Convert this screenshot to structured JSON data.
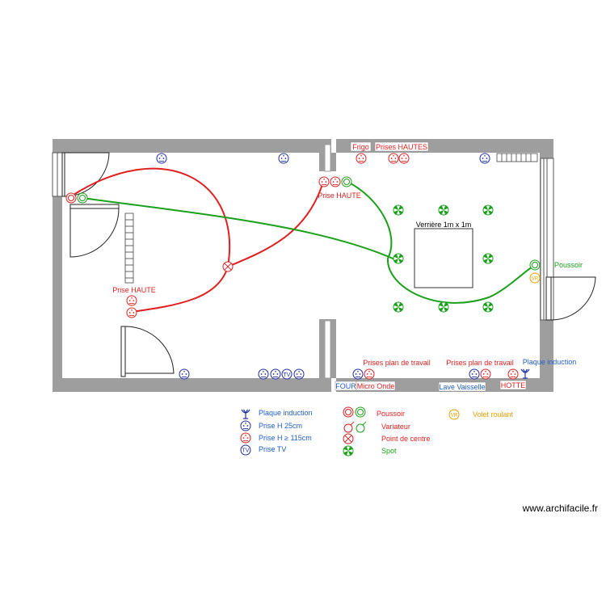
{
  "colors": {
    "wall": "#9e9e9e",
    "socket_blue": "#1f2fa8",
    "socket_red": "#e02020",
    "light_green": "#1aa01a",
    "shutter_orange": "#e8a000",
    "label_red": "#e02020",
    "label_blue": "#1f5fc8",
    "label_green": "#1aa01a"
  },
  "labels": {
    "frigo": "Frigo",
    "prises_hautes": "Prises HAUTES",
    "prise_haute_1": "Prise HAUTE",
    "prise_haute_2": "Prise HAUTE",
    "verriere": "Verrière 1m x 1m",
    "poussoir": "Poussoir",
    "plan_travail_1": "Prises plan de travail",
    "plan_travail_2": "Prises plan de travail",
    "plaque_induction": "Plaque induction",
    "four": "FOUR",
    "micro_onde": "Micro Onde",
    "lave_vaisselle": "Lave Vaisselle",
    "hotte": "HOTTE"
  },
  "legend": {
    "left": [
      {
        "icon": "induction-icon",
        "label": "Plaque induction"
      },
      {
        "icon": "socket-low-icon",
        "label": "Prise H 25cm"
      },
      {
        "icon": "socket-high-icon",
        "label": "Prise H ≥ 115cm"
      },
      {
        "icon": "tv-socket-icon",
        "label": "Prise TV"
      }
    ],
    "middle": [
      {
        "icon": "push-switch-icon",
        "label": "Poussoir"
      },
      {
        "icon": "dimmer-icon",
        "label": "Variateur"
      },
      {
        "icon": "ceiling-point-icon",
        "label": "Point de centre"
      },
      {
        "icon": "spot-icon",
        "label": "Spot"
      }
    ],
    "right": [
      {
        "icon": "shutter-icon",
        "label": "Volet roulant",
        "glyph": "VR"
      }
    ]
  },
  "tv_glyph": "TV",
  "shutter_glyph": "VR",
  "watermark": "www.archifacile.fr"
}
